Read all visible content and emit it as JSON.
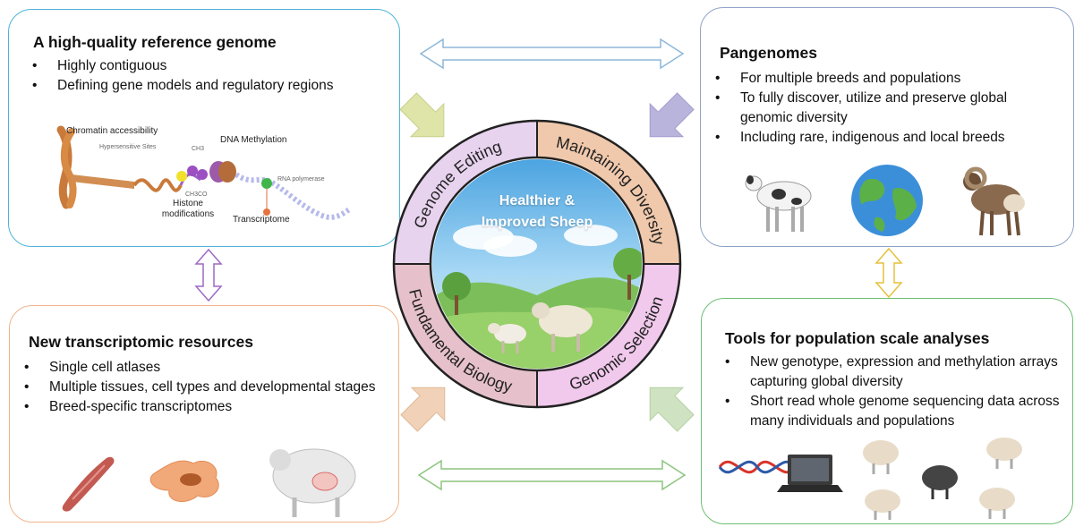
{
  "ref_genome": {
    "title": "A high-quality reference genome",
    "bullets": [
      "Highly contiguous",
      "Defining gene models and regulatory regions"
    ],
    "figure_labels": {
      "chromatin": "Chromatin accessibility",
      "hypersensitive": "Hypersensitive Sites",
      "dna_methylation": "DNA Methylation",
      "rna_pol": "RNA polymerase",
      "histone": "Histone modifications",
      "transcriptome": "Transcriptome",
      "ch3": "CH3",
      "ch3co": "CH3CO"
    }
  },
  "pangenomes": {
    "title": "Pangenomes",
    "bullets": [
      "For multiple breeds and populations",
      "To fully discover, utilize and preserve global genomic diversity",
      "Including rare, indigenous and local breeds"
    ]
  },
  "transcriptomic": {
    "title": "New transcriptomic resources",
    "bullets": [
      "Single cell atlases",
      "Multiple tissues, cell types and developmental stages",
      "Breed-specific transcriptomes"
    ]
  },
  "tools": {
    "title": "Tools for population scale analyses",
    "bullets": [
      "New genotype, expression and methylation arrays capturing global diversity",
      "Short read whole genome sequencing data across many individuals and populations"
    ]
  },
  "wheel": {
    "center_line1": "Healthier &",
    "center_line2": "Improved Sheep",
    "quadrants": [
      "Genome Editing",
      "Maintaining Diversity",
      "Genomic Selection",
      "Fundamental Biology"
    ]
  },
  "colors": {
    "genome_editing": "#e8d3ef",
    "maintaining_diversity": "#f0c9ac",
    "genomic_selection": "#f1c9ec",
    "fundamental_biology": "#e6c1cc",
    "ref_border": "#4fb3d9",
    "pan_border": "#8fa3c8",
    "trans_border": "#f2b48a",
    "tools_border": "#6cbf74"
  },
  "icons": [
    "chromosome-icon",
    "sheep-icon",
    "globe-icon",
    "ram-icon",
    "muscle-icon",
    "cell-icon",
    "dna-icon",
    "laptop-icon"
  ]
}
